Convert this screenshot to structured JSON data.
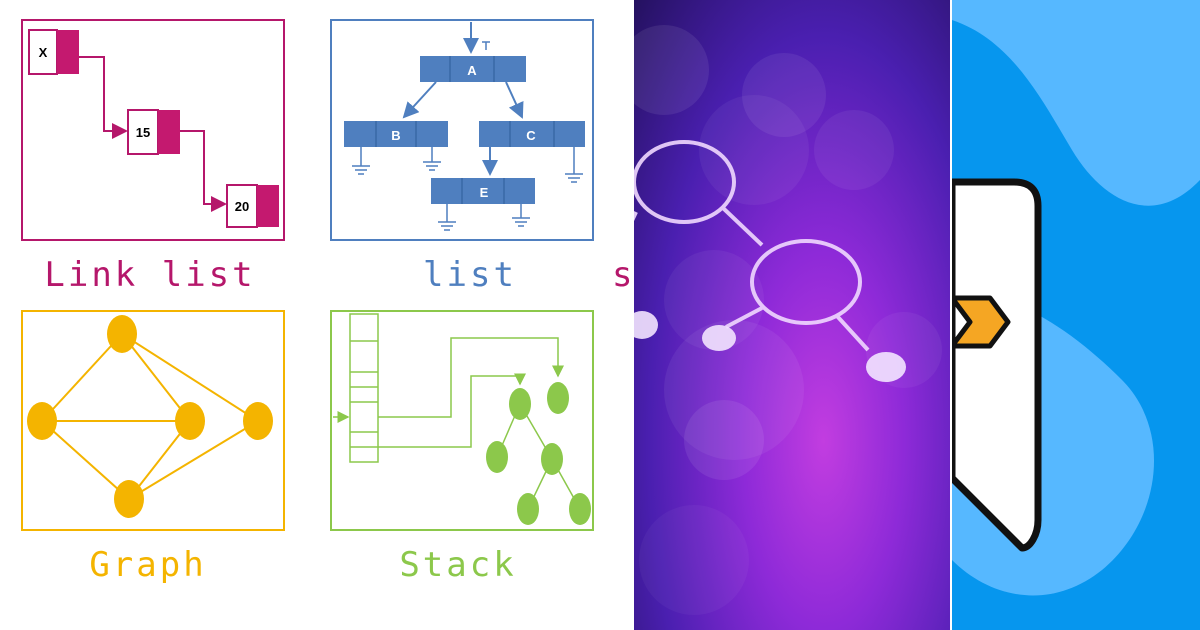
{
  "colors": {
    "linklist": "#b5176b",
    "tree": "#4f7fbf",
    "graph": "#f4b400",
    "stack": "#8cc84b"
  },
  "diagrams": {
    "linklist": {
      "nodes": [
        "X",
        "15",
        "20"
      ],
      "caption": "Link list"
    },
    "tree": {
      "nodes": [
        "A",
        "B",
        "C",
        "E"
      ],
      "caption": "list"
    },
    "partial": {
      "caption": "s"
    },
    "graph": {
      "caption": "Graph"
    },
    "stack": {
      "caption": "Stack"
    }
  }
}
